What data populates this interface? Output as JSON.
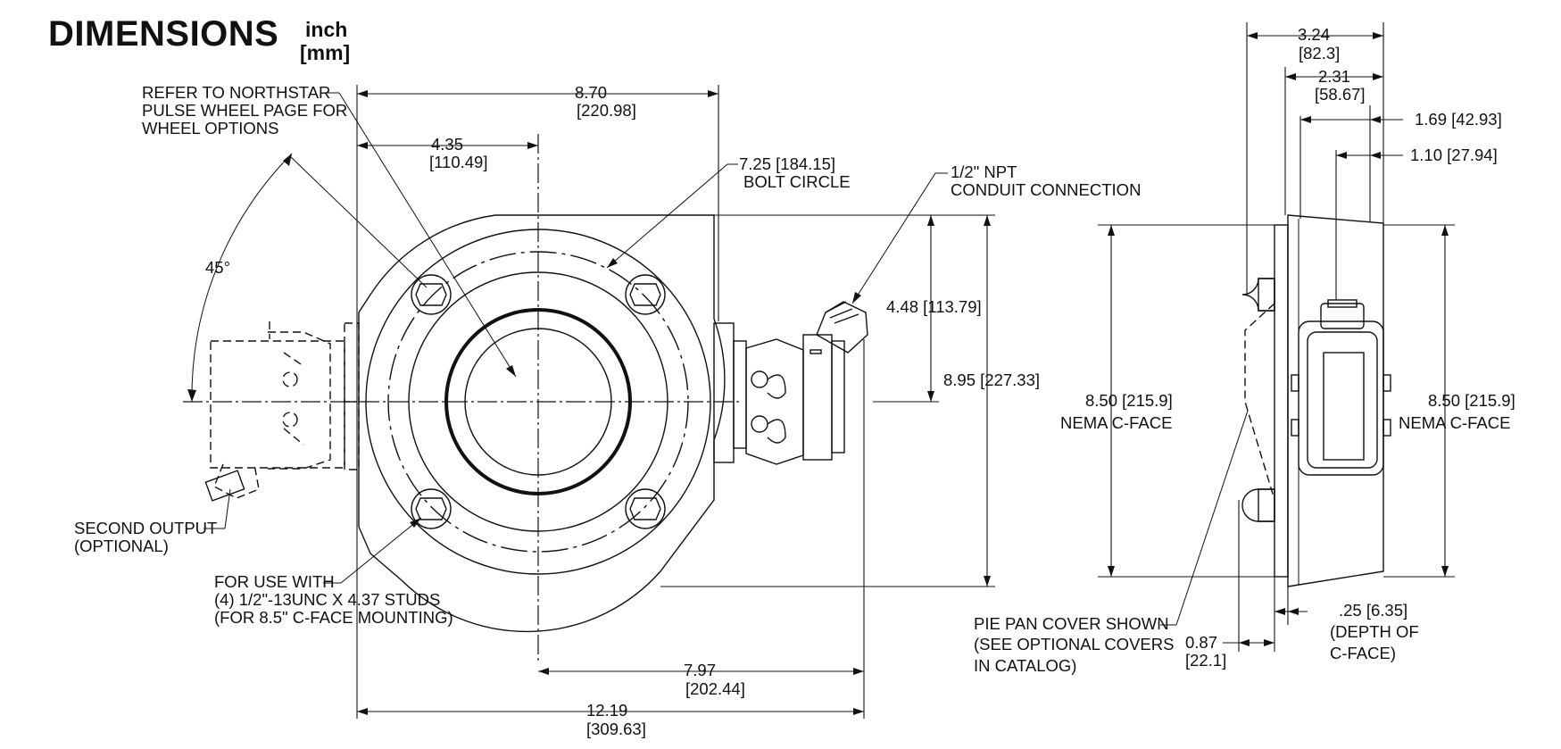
{
  "header": {
    "title": "DIMENSIONS",
    "unit_primary": "inch",
    "unit_secondary": "[mm]"
  },
  "front_view": {
    "note_pulse_wheel": [
      "REFER TO NORTHSTAR",
      "PULSE WHEEL PAGE FOR",
      "WHEEL OPTIONS"
    ],
    "angle_label": "45°",
    "dim_width_top": [
      "8.70",
      "[220.98]"
    ],
    "dim_half_width": [
      "4.35",
      "[110.49]"
    ],
    "bolt_circle": [
      "7.25 [184.15]",
      "BOLT CIRCLE"
    ],
    "conduit": [
      "1/2\" NPT",
      "CONDUIT CONNECTION"
    ],
    "dim_4_48": "4.48 [113.79]",
    "dim_8_95": "8.95 [227.33]",
    "second_output": [
      "SECOND OUTPUT",
      "(OPTIONAL)"
    ],
    "studs_note": [
      "FOR USE WITH",
      "(4) 1/2\"-13UNC X 4.37 STUDS",
      "(FOR 8.5\" C-FACE MOUNTING)"
    ],
    "dim_7_97": [
      "7.97",
      "[202.44]"
    ],
    "dim_12_19": [
      "12.19",
      "[309.63]"
    ]
  },
  "side_view": {
    "dim_3_24": [
      "3.24",
      "[82.3]"
    ],
    "dim_2_31": [
      "2.31",
      "[58.67]"
    ],
    "dim_1_69": "1.69 [42.93]",
    "dim_1_10": "1.10 [27.94]",
    "nema_left": [
      "8.50 [215.9]",
      "NEMA C-FACE"
    ],
    "nema_right": [
      "8.50 [215.9]",
      "NEMA C-FACE"
    ],
    "pie_pan": [
      "PIE PAN COVER SHOWN",
      "(SEE OPTIONAL COVERS",
      "IN CATALOG)"
    ],
    "dim_0_87": [
      "0.87",
      "[22.1]"
    ],
    "depth_c_face": [
      ".25 [6.35]",
      "(DEPTH OF",
      "C-FACE)"
    ]
  }
}
